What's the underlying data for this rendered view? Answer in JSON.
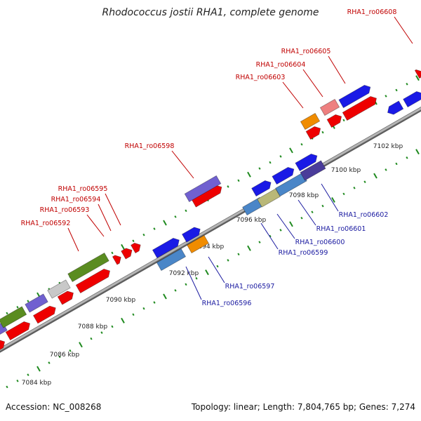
{
  "title": "Rhodococcus jostii RHA1, complete genome",
  "footer": {
    "accession": "Accession: NC_008268",
    "stats": "Topology: linear; Length: 7,804,765 bp; Genes: 7,274"
  },
  "colors": {
    "backbone": "#8c8c8c",
    "tick": "#1f8a1f",
    "forward_label": "#c00000",
    "reverse_label": "#1a1aa0"
  },
  "kbp_labels": [
    "7084 kbp",
    "7086 kbp",
    "7088 kbp",
    "7090 kbp",
    "7092 kbp",
    "7094 kbp",
    "7096 kbp",
    "7098 kbp",
    "7100 kbp",
    "7102 kbp"
  ],
  "gene_labels": {
    "forward": [
      "RHA1_ro06592",
      "RHA1_ro06593",
      "RHA1_ro06594",
      "RHA1_ro06595",
      "RHA1_ro06598",
      "RHA1_ro06603",
      "RHA1_ro06604",
      "RHA1_ro06605",
      "RHA1_ro06608"
    ],
    "reverse": [
      "RHA1_ro06596",
      "RHA1_ro06597",
      "RHA1_ro06599",
      "RHA1_ro06600",
      "RHA1_ro06601",
      "RHA1_ro06602"
    ]
  }
}
